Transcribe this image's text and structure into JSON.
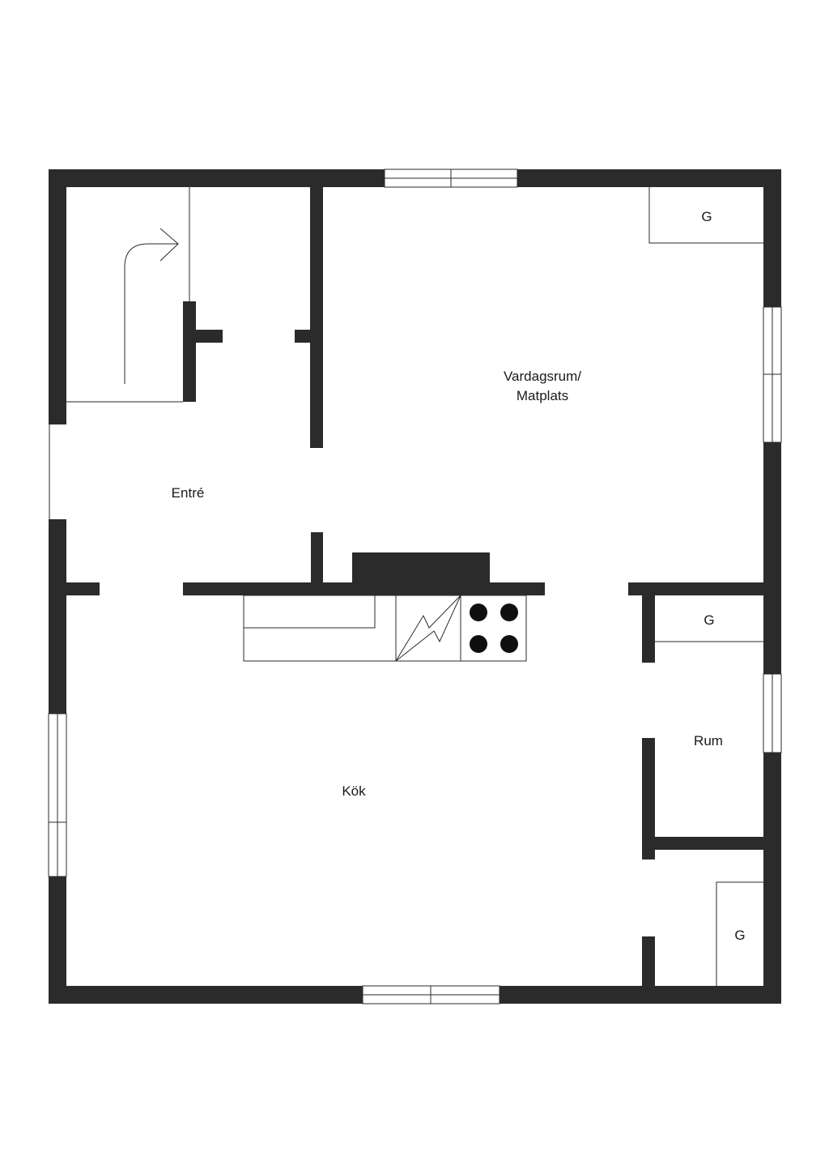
{
  "rooms": {
    "living": {
      "line1": "Vardagsrum/",
      "line2": "Matplats"
    },
    "entry": "Entré",
    "kitchen": "Kök",
    "room": "Rum"
  },
  "closets": {
    "top_right": "G",
    "middle_right": "G",
    "bottom_right": "G"
  },
  "colors": {
    "wall": "#2b2b2b",
    "background": "#ffffff",
    "burner": "#0f0f0f"
  },
  "icons": [
    "stair-arrow-icon",
    "stove-burner-icon",
    "oven-zigzag-icon"
  ]
}
